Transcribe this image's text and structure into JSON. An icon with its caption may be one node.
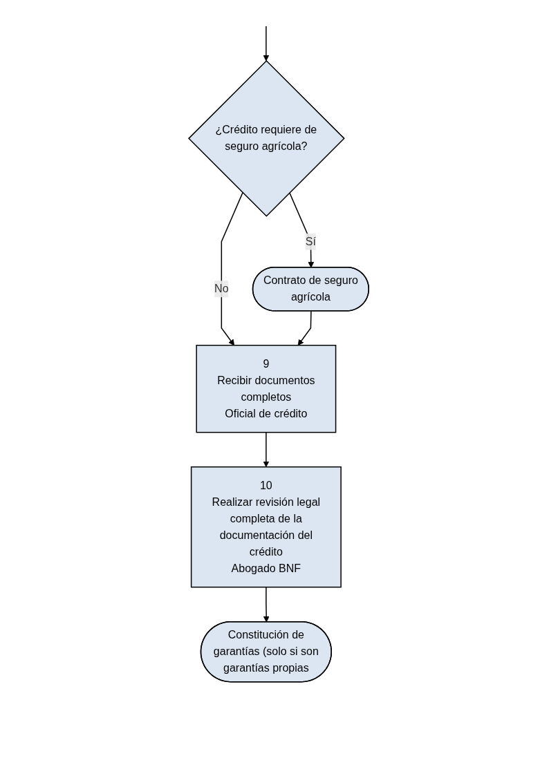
{
  "diagram": {
    "nodes": [
      {
        "text": [
          "¿Crédito requiere de seguro agrícola?"
        ]
      },
      {
        "text": [
          "Contrato de seguro agrícola"
        ]
      },
      {
        "text": [
          "9",
          "Recibir documentos completos",
          "Oficial de crédito"
        ]
      },
      {
        "text": [
          "10",
          "Realizar revisión legal completa de la documentación del crédito",
          "Abogado BNF"
        ]
      },
      {
        "text": [
          "Constitución de garantías (solo si son garantías propias"
        ]
      }
    ],
    "edges": [
      {
        "from": null,
        "to": 0,
        "arrow": "to"
      },
      {
        "from": 0,
        "to": 1,
        "label": "Sí",
        "arrow": "to"
      },
      {
        "from": 0,
        "to": 2,
        "label": "No",
        "arrow": "to"
      },
      {
        "from": 1,
        "to": 2,
        "arrow": "to"
      },
      {
        "from": 2,
        "to": 3,
        "arrow": "to"
      },
      {
        "from": 3,
        "to": 4,
        "arrow": "to"
      }
    ]
  }
}
